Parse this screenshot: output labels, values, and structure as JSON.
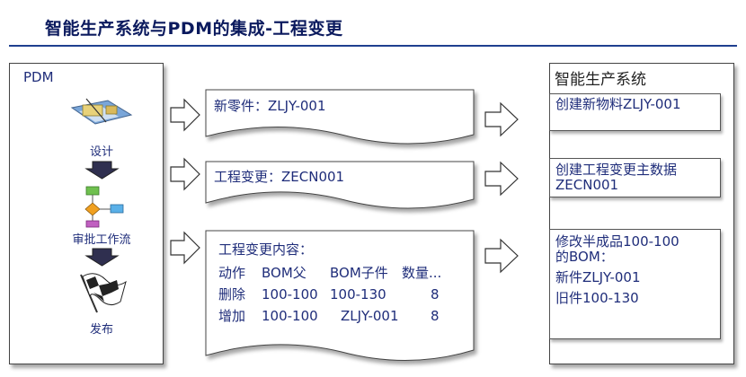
{
  "title": "智能生产系统与PDM的集成-工程变更",
  "pdm": {
    "label": "PDM",
    "steps": [
      "设计",
      "审批工作流",
      "发布"
    ]
  },
  "notes": [
    {
      "text": "新零件：ZLJY-001"
    },
    {
      "text": "工程变更：ZECN001"
    },
    {
      "heading": "工程变更内容：",
      "rows": [
        [
          "动作",
          "BOM父",
          "BOM子件",
          "数量..."
        ],
        [
          "删除",
          "100-100",
          "100-130",
          "8"
        ],
        [
          "增加",
          "100-100",
          "ZLJY-001",
          "8"
        ]
      ]
    }
  ],
  "system": {
    "label": "智能生产系统",
    "results": [
      {
        "lines": [
          "创建新物料ZLJY-001"
        ]
      },
      {
        "lines": [
          "创建工程变更主数据",
          "ZECN001"
        ]
      },
      {
        "lines": [
          "修改半成品100-100",
          "的BOM：",
          "新件ZLJY-001",
          "旧件100-130"
        ]
      }
    ]
  },
  "colors": {
    "title": "#0b1a5e",
    "text": "#1f2d7a",
    "rule": "#1f3f8f"
  }
}
